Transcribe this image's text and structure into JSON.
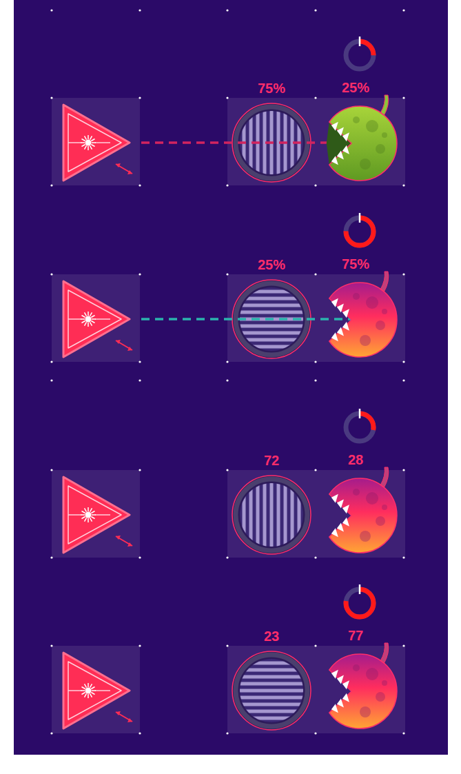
{
  "diagram": {
    "labels": [
      "75%",
      "25%",
      "25%",
      "75%",
      "72",
      "28",
      "23",
      "77"
    ]
  }
}
